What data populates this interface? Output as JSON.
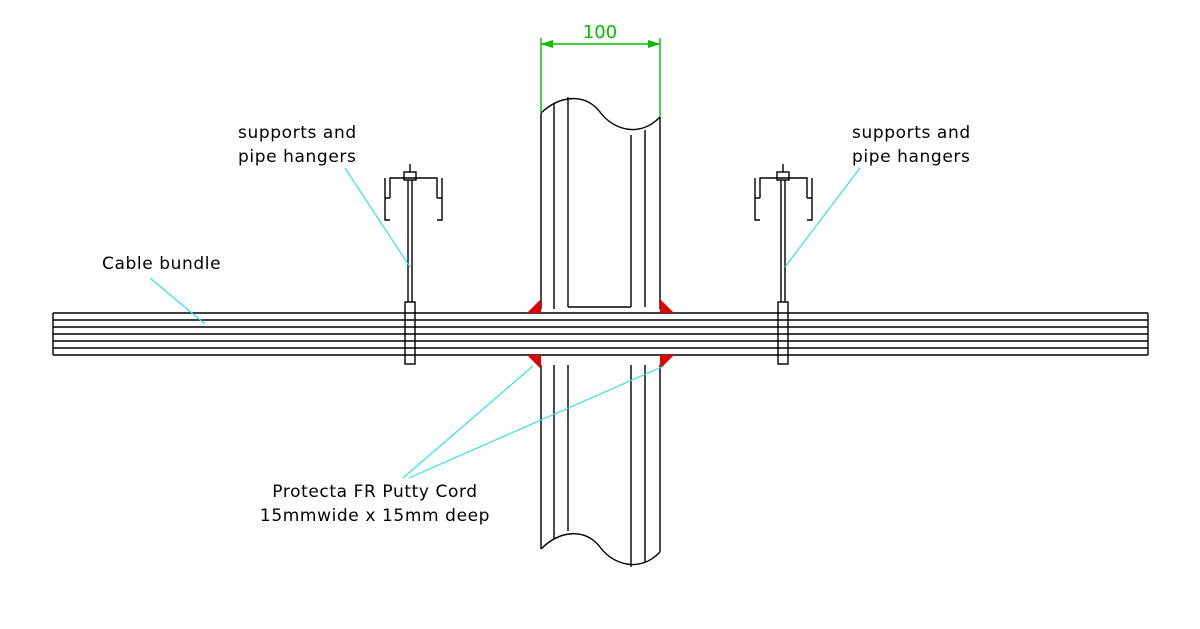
{
  "colors": {
    "line": "#000000",
    "dimension": "#00c000",
    "leader": "#33e0f0",
    "sealant": "#e00000"
  },
  "dimension": {
    "value": "100"
  },
  "labels": {
    "support_left": [
      "supports and",
      "pipe hangers"
    ],
    "support_right": [
      "supports and",
      "pipe hangers"
    ],
    "cable": "Cable bundle",
    "sealant": [
      "Protecta FR Putty Cord",
      "15mmwide x 15mm deep"
    ]
  },
  "icons": {
    "support_left": "pipe-hanger-icon",
    "support_right": "pipe-hanger-icon",
    "wall": "wall-section-icon"
  }
}
